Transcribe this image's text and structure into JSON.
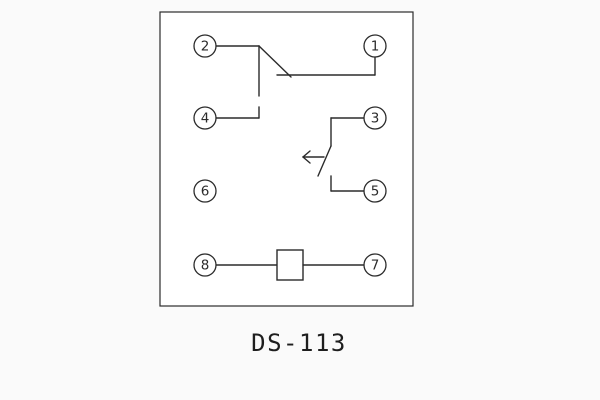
{
  "diagram": {
    "title": "DS-113",
    "terminals": [
      {
        "label": "2"
      },
      {
        "label": "1"
      },
      {
        "label": "4"
      },
      {
        "label": "3"
      },
      {
        "label": "6"
      },
      {
        "label": "5"
      },
      {
        "label": "8"
      },
      {
        "label": "7"
      }
    ],
    "colors": {
      "line": "#2b2b2b",
      "panel_fill": "#ffffff",
      "page_bg": "#fafafa"
    }
  }
}
